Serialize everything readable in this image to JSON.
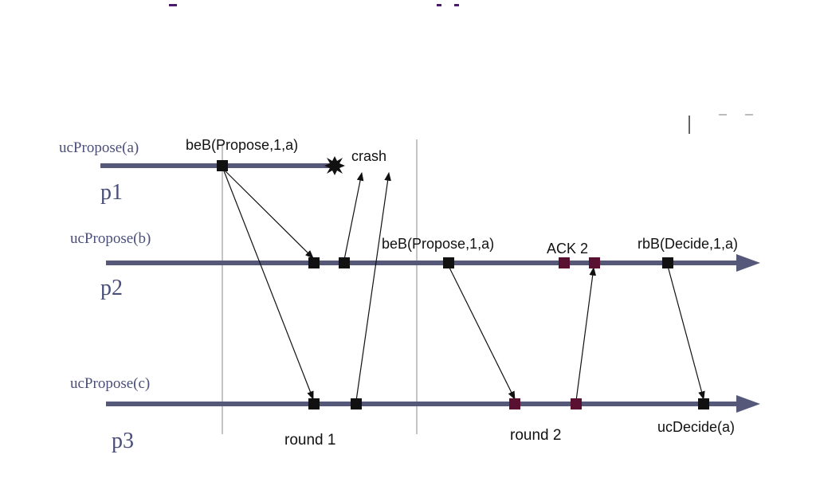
{
  "processes": [
    {
      "id": "p1",
      "label": "p1",
      "propose_label": "ucPropose(a)"
    },
    {
      "id": "p2",
      "label": "p2",
      "propose_label": "ucPropose(b)"
    },
    {
      "id": "p3",
      "label": "p3",
      "propose_label": "ucPropose(c)"
    }
  ],
  "events": {
    "p1_beb": "beB(Propose,1,a)",
    "crash": "crash",
    "p2_beb": "beB(Propose,1,a)",
    "ack": "ACK 2",
    "rbb": "rbB(Decide,1,a)",
    "decide": "ucDecide(a)"
  },
  "rounds": {
    "round1": "round 1",
    "round2": "round 2"
  },
  "colors": {
    "timeline": "#555878",
    "event": "#111111",
    "event_alt": "#5a1030",
    "title": "#4b1a6b"
  }
}
